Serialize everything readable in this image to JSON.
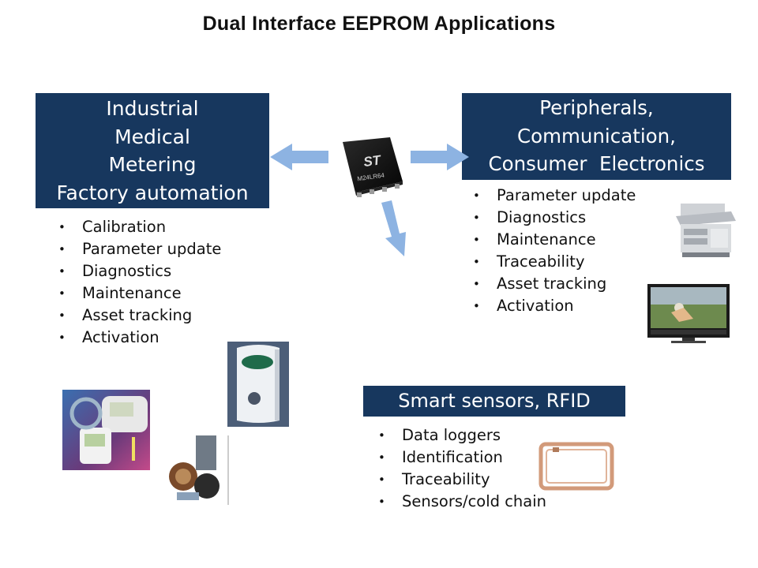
{
  "slide": {
    "title": "Dual Interface EEPROM Applications"
  },
  "left_box": {
    "lines": [
      "Industrial",
      "Medical",
      "Metering",
      "Factory automation"
    ]
  },
  "right_box": {
    "lines": [
      "Peripherals,",
      "Communication,",
      "Consumer  Electronics"
    ]
  },
  "bottom_box": {
    "label": "Smart sensors, RFID"
  },
  "left_list": [
    "Calibration",
    "Parameter update",
    "Diagnostics",
    "Maintenance",
    "Asset tracking",
    "Activation"
  ],
  "right_list": [
    "Parameter update",
    "Diagnostics",
    "Maintenance",
    "Traceability",
    "Asset tracking",
    "Activation"
  ],
  "bottom_list": [
    "Data loggers",
    "Identification",
    "Traceability",
    "Sensors/cold chain"
  ],
  "chip": {
    "logo": "ST",
    "marking": "M24LR64"
  },
  "colors": {
    "box_bg": "#17375e",
    "arrow": "#8db3e2",
    "text": "#111111"
  }
}
